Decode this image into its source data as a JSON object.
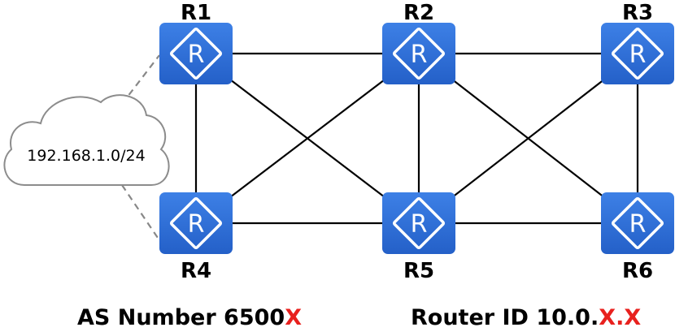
{
  "routers": [
    {
      "id": "R1",
      "label": "R1"
    },
    {
      "id": "R2",
      "label": "R2"
    },
    {
      "id": "R3",
      "label": "R3"
    },
    {
      "id": "R4",
      "label": "R4"
    },
    {
      "id": "R5",
      "label": "R5"
    },
    {
      "id": "R6",
      "label": "R6"
    }
  ],
  "router_icon": {
    "name": "router-icon",
    "glyph": "R",
    "fill_color": "#2e6fd6",
    "symbol_color": "#ffffff"
  },
  "links": [
    [
      "R1",
      "R2"
    ],
    [
      "R2",
      "R3"
    ],
    [
      "R4",
      "R5"
    ],
    [
      "R5",
      "R6"
    ],
    [
      "R1",
      "R4"
    ],
    [
      "R2",
      "R5"
    ],
    [
      "R3",
      "R6"
    ],
    [
      "R1",
      "R5"
    ],
    [
      "R4",
      "R2"
    ],
    [
      "R2",
      "R6"
    ],
    [
      "R5",
      "R3"
    ]
  ],
  "cloud": {
    "label": "192.168.1.0/24",
    "icon": "cloud-icon",
    "connected_to": [
      "R1",
      "R4"
    ]
  },
  "captions": {
    "as_number": {
      "text": "AS Number 6500",
      "highlight": "X"
    },
    "router_id": {
      "text": "Router ID 10.0.",
      "highlight_1": "X",
      "separator": ".",
      "highlight_2": "X"
    }
  },
  "colors": {
    "highlight": "#e8211e",
    "link": "#000000",
    "dashed_link": "#888888"
  }
}
